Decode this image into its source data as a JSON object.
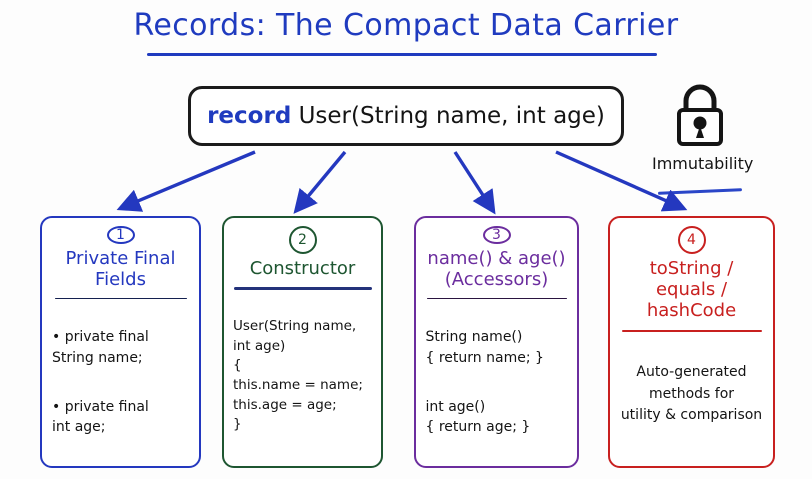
{
  "title": "Records: The Compact Data Carrier",
  "record_box": {
    "keyword": "record",
    "signature": " User(String name, int age)"
  },
  "immutability": {
    "icon": "lock-icon",
    "label": "Immutability"
  },
  "colors": {
    "title": "#1f3bbf",
    "keyword": "#1f3bbf",
    "card1": "#2438bf",
    "card2": "#1e5631",
    "card3": "#6b2d9e",
    "card4": "#c8201f",
    "arrow": "#2438bf",
    "background": "#fdfdfd"
  },
  "cards": [
    {
      "number": "1",
      "header": "Private Final\nFields",
      "lines": [
        "• private final\n    String name;",
        "• private final\n    int age;"
      ]
    },
    {
      "number": "2",
      "header": "Constructor",
      "lines": [
        "User(String name,\n      int age)\n{\n    this.name = name;\n    this.age = age;\n}"
      ]
    },
    {
      "number": "3",
      "header": "name() & age()\n(Accessors)",
      "lines": [
        "String name()\n{ return name; }",
        "int age()\n{ return age; }"
      ]
    },
    {
      "number": "4",
      "header": "toString /\nequals /\nhashCode",
      "lines": [
        "Auto-generated\nmethods for\nutility & comparison"
      ]
    }
  ]
}
